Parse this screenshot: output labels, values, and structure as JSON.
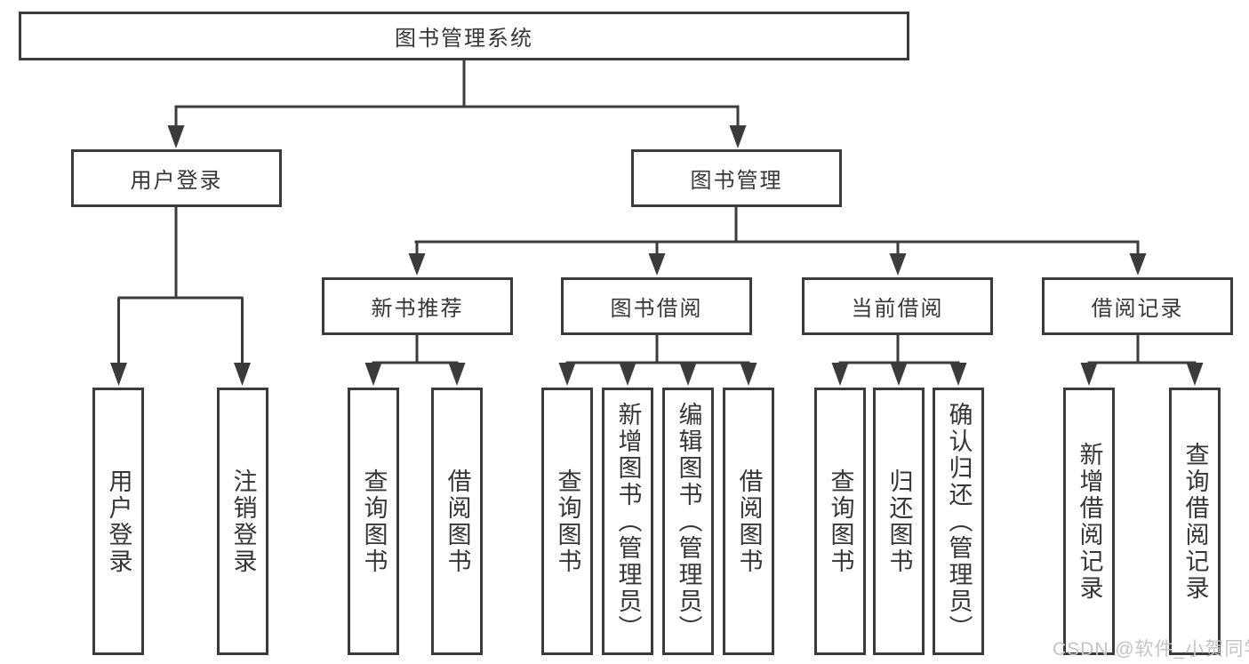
{
  "diagram": {
    "title": "图书管理系统",
    "watermark": "CSDN @软件_小贺同学",
    "colors": {
      "line": "#3b3b3b",
      "text": "#363636",
      "watermark": "#c4c4c4",
      "background": "#ffffff"
    },
    "level2": [
      {
        "label": "用户登录",
        "parent": "图书管理系统"
      },
      {
        "label": "图书管理",
        "parent": "图书管理系统"
      }
    ],
    "level3": [
      {
        "label": "新书推荐",
        "parent": "图书管理"
      },
      {
        "label": "图书借阅",
        "parent": "图书管理"
      },
      {
        "label": "当前借阅",
        "parent": "图书管理"
      },
      {
        "label": "借阅记录",
        "parent": "图书管理"
      }
    ],
    "leaves": [
      {
        "label": "用户登录",
        "parent": "用户登录"
      },
      {
        "label": "注销登录",
        "parent": "用户登录"
      },
      {
        "label": "查询图书",
        "parent": "新书推荐"
      },
      {
        "label": "借阅图书",
        "parent": "新书推荐"
      },
      {
        "label": "查询图书",
        "parent": "图书借阅"
      },
      {
        "label": "新增图书（管理员）",
        "parent": "图书借阅"
      },
      {
        "label": "编辑图书（管理员）",
        "parent": "图书借阅"
      },
      {
        "label": "借阅图书",
        "parent": "图书借阅"
      },
      {
        "label": "查询图书",
        "parent": "当前借阅"
      },
      {
        "label": "归还图书",
        "parent": "当前借阅"
      },
      {
        "label": "确认归还（管理员）",
        "parent": "当前借阅"
      },
      {
        "label": "新增借阅记录",
        "parent": "借阅记录"
      },
      {
        "label": "查询借阅记录",
        "parent": "借阅记录"
      }
    ]
  }
}
